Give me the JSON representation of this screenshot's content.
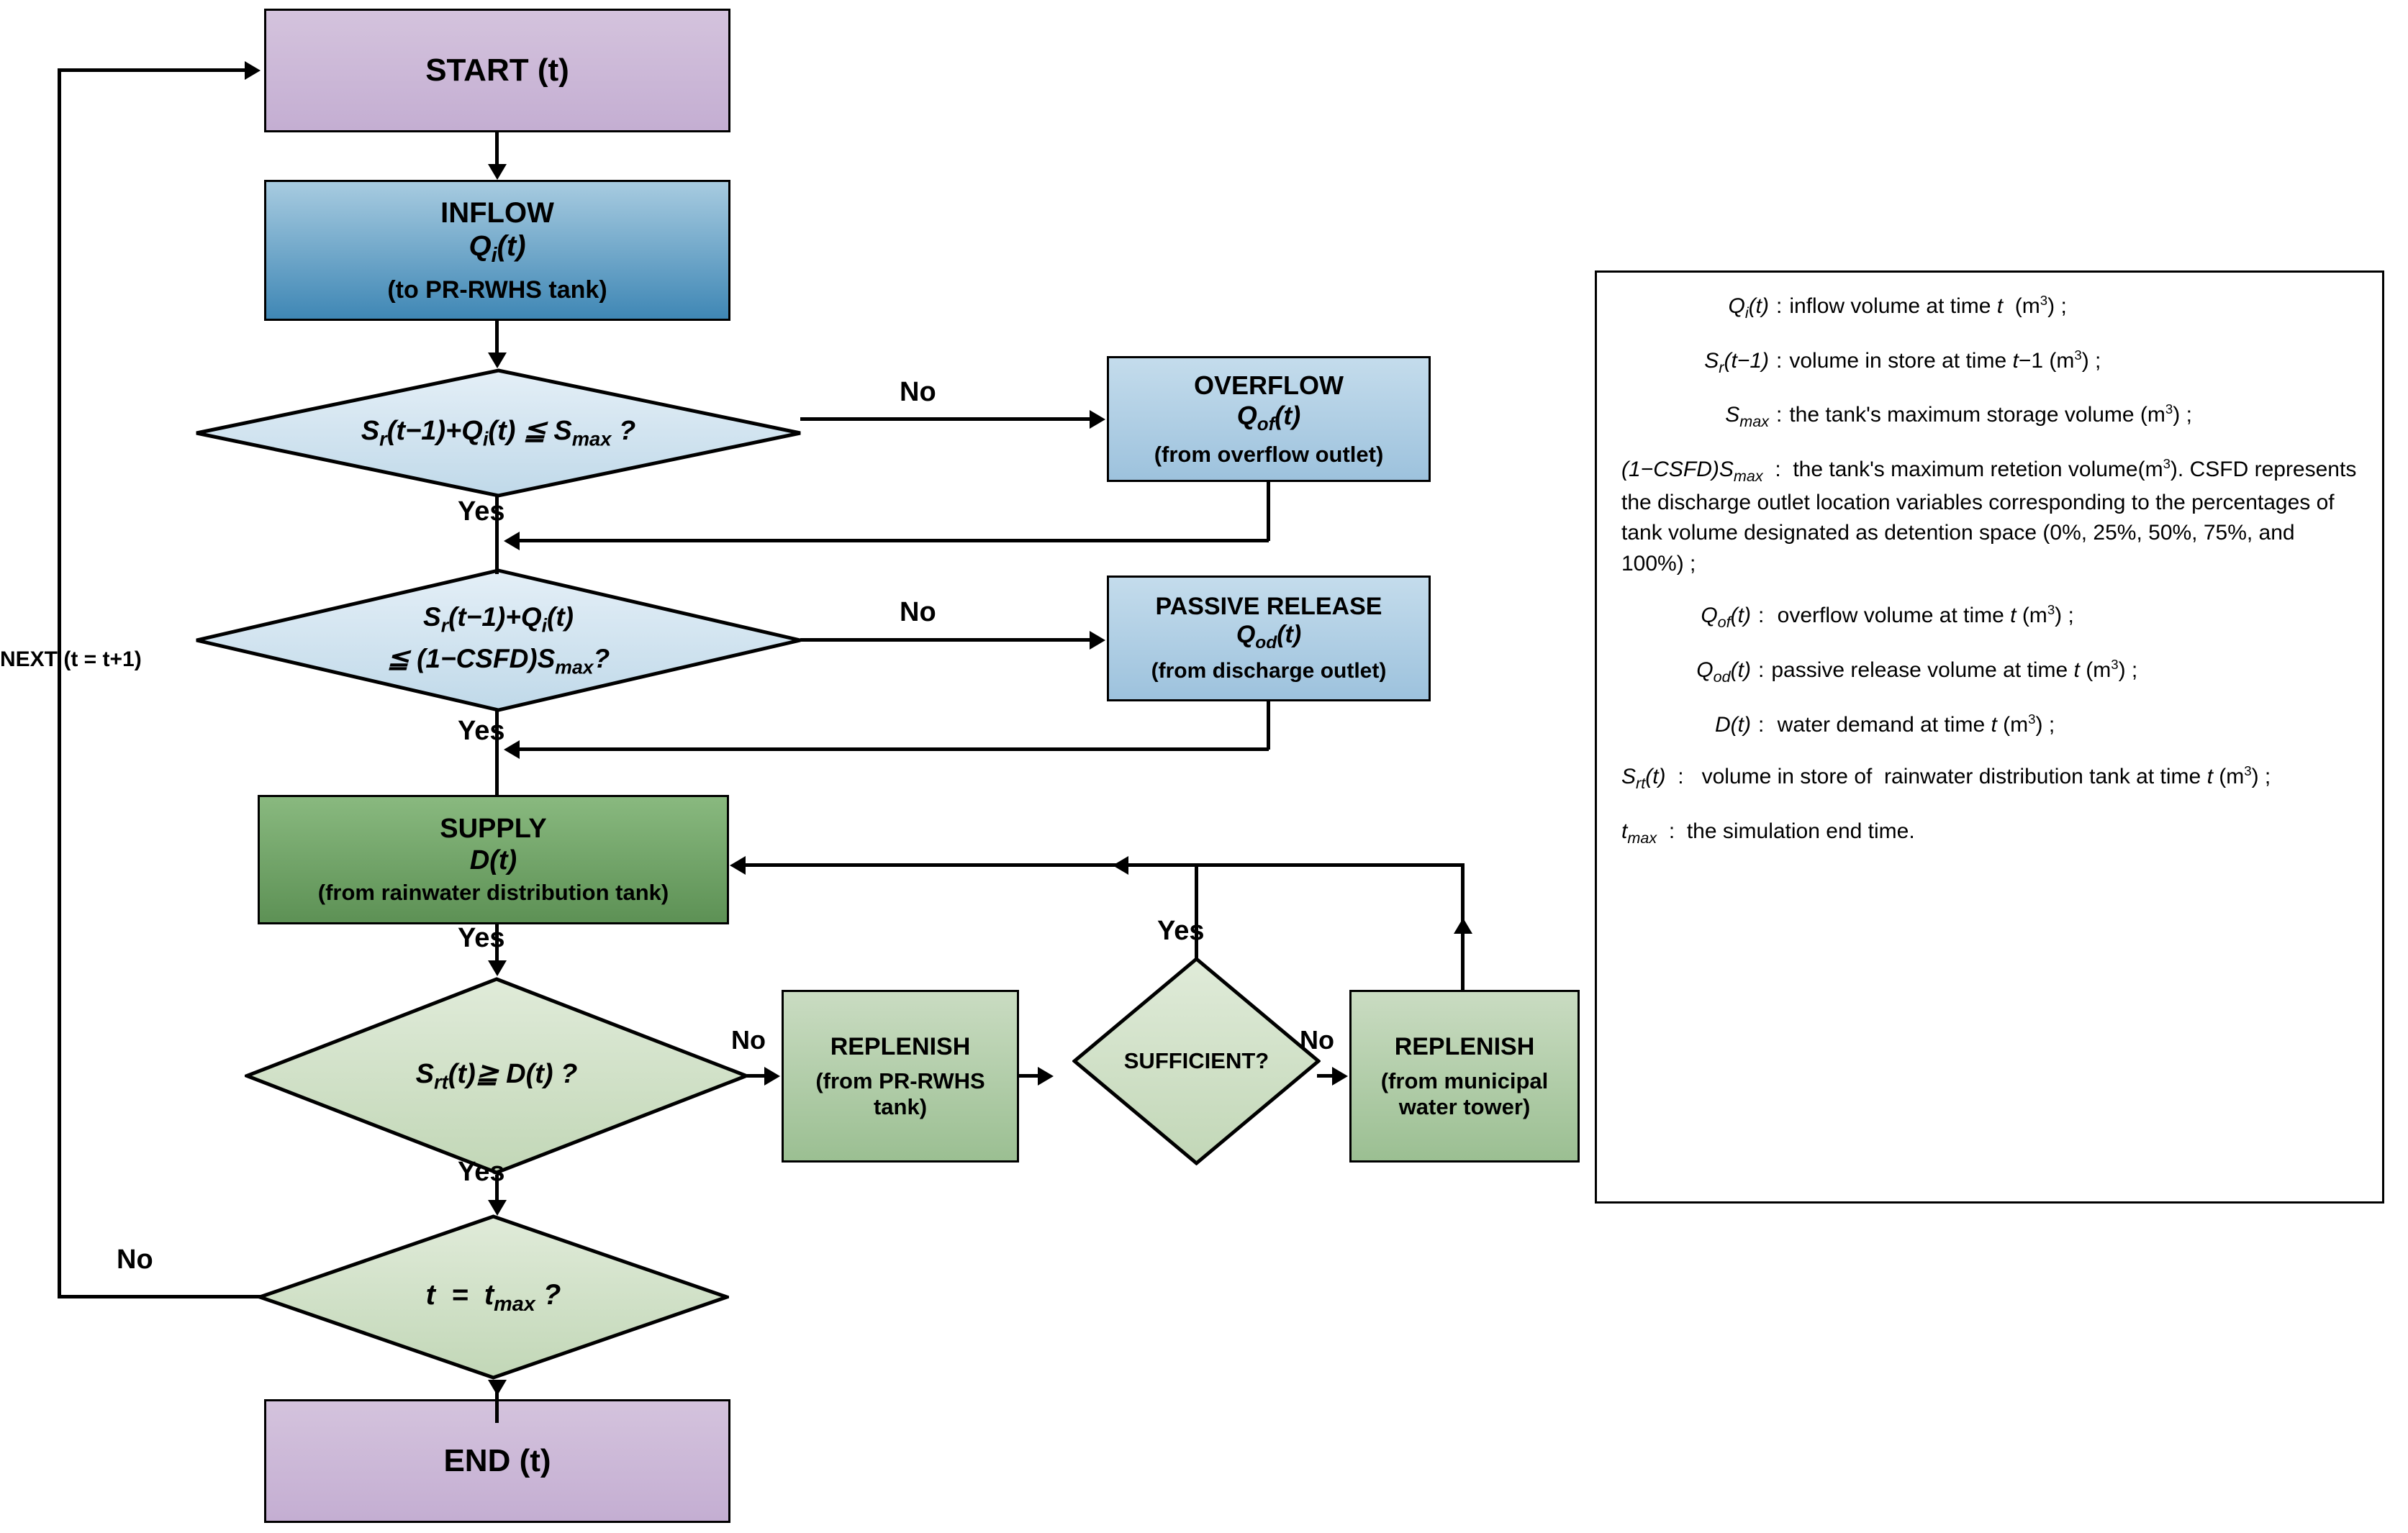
{
  "flow": {
    "start": {
      "l1": "START (t)"
    },
    "inflow": {
      "l1": "INFLOW",
      "l2": "Qi(t)",
      "l3": "(to PR-RWHS tank)"
    },
    "overflow": {
      "l1": "OVERFLOW",
      "l2": "Qof(t)",
      "l3": "(from overflow outlet)"
    },
    "passive": {
      "l1": "PASSIVE RELEASE",
      "l2": "Qod(t)",
      "l3": "(from discharge outlet)"
    },
    "supply": {
      "l1": "SUPPLY",
      "l2": "D(t)",
      "l3": "(from rainwater distribution tank)"
    },
    "replenish_tank": {
      "l1": "REPLENISH",
      "l2": "(from PR-RWHS",
      "l3": "tank)"
    },
    "replenish_muni": {
      "l1": "REPLENISH",
      "l2": "(from municipal",
      "l3": "water tower)"
    },
    "end": {
      "l1": "END (t)"
    },
    "d1": {
      "line1": "Sr(t−1)+Qi(t) ≦ Smax ?"
    },
    "d2": {
      "line1": "Sr(t−1)+Qi(t)",
      "line2": "≦ (1−CSFD)Smax ?"
    },
    "d3": {
      "line1": "Srt(t) ≧ D(t) ?"
    },
    "d4": {
      "line1": "SUFFICIENT?"
    },
    "d5": {
      "line1": "t =  tmax ?"
    }
  },
  "labels": {
    "no1": "No",
    "yes1": "Yes",
    "no2": "No",
    "yes2": "Yes",
    "yes3": "Yes",
    "no3": "No",
    "yes4": "Yes",
    "no4": "No",
    "yes5": "Yes",
    "no5": "No",
    "next": "NEXT (t = t+1)"
  },
  "legend": {
    "rows": [
      {
        "sym": "Qi(t)",
        "text": "inflow volume at time t (m3) ;"
      },
      {
        "sym": "Sr(t−1)",
        "text": "volume in store at time t−1 (m3) ;"
      },
      {
        "sym": "Smax",
        "text": "the tank's maximum storage volume (m3) ;"
      },
      {
        "sym": "(1−CSFD)Smax",
        "text": "the tank's maximum retetion volume(m3). CSFD represents the discharge outlet location variables corresponding to the percentages of tank volume designated as detention space (0%, 25%, 50%, 75%, and 100%) ;"
      },
      {
        "sym": "Qof(t)",
        "text": "overflow volume at time t (m3) ;"
      },
      {
        "sym": "Qod(t)",
        "text": "passive release volume at time t (m3) ;"
      },
      {
        "sym": "D(t)",
        "text": "water demand at time t (m3) ;"
      },
      {
        "sym": "Srt(t)",
        "text": "volume in store of  rainwater distribution tank at time t (m3) ;"
      },
      {
        "sym": "tmax",
        "text": "the simulation end time."
      }
    ]
  },
  "colors": {
    "start_end": "#c4aed2",
    "inflow": "#3f87b5",
    "decision_blue": "#c4dcec",
    "supply": "#5d9155",
    "decision_green": "#cadcc2",
    "line": "#000000"
  }
}
